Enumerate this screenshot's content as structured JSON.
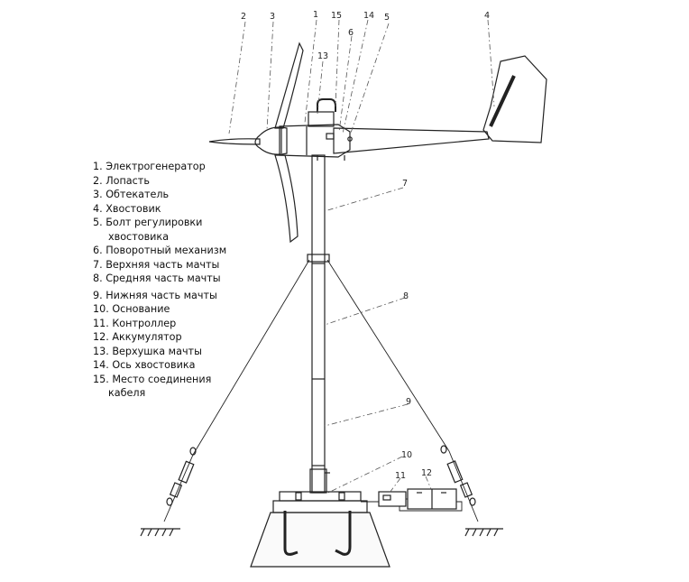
{
  "legend": [
    {
      "line1": "1. Электрогенератор"
    },
    {
      "line1": "2. Лопасть"
    },
    {
      "line1": "3. Обтекатель"
    },
    {
      "line1": "4. Хвостовик"
    },
    {
      "line1": "5. Болт регулировки",
      "line2": "хвостовика"
    },
    {
      "line1": "6. Поворотный механизм"
    },
    {
      "line1": "7. Верхняя часть мачты"
    },
    {
      "line1": "8. Средняя часть мачты"
    },
    {
      "line1": "9. Нижняя часть мачты"
    },
    {
      "line1": "10. Основание"
    },
    {
      "line1": "11. Контроллер"
    },
    {
      "line1": "12. Аккумулятор"
    },
    {
      "line1": "13. Верхушка мачты"
    },
    {
      "line1": "14. Ось хвостовика"
    },
    {
      "line1": "15. Место соединения",
      "line2": "кабеля"
    }
  ],
  "callouts": {
    "c1": "1",
    "c2": "2",
    "c3": "3",
    "c4": "4",
    "c5": "5",
    "c6": "6",
    "c7": "7",
    "c8": "8",
    "c9": "9",
    "c10": "10",
    "c11": "11",
    "c12": "12",
    "c13": "13",
    "c14": "14",
    "c15": "15"
  },
  "colors": {
    "line": "#222222",
    "leader": "#555555"
  }
}
